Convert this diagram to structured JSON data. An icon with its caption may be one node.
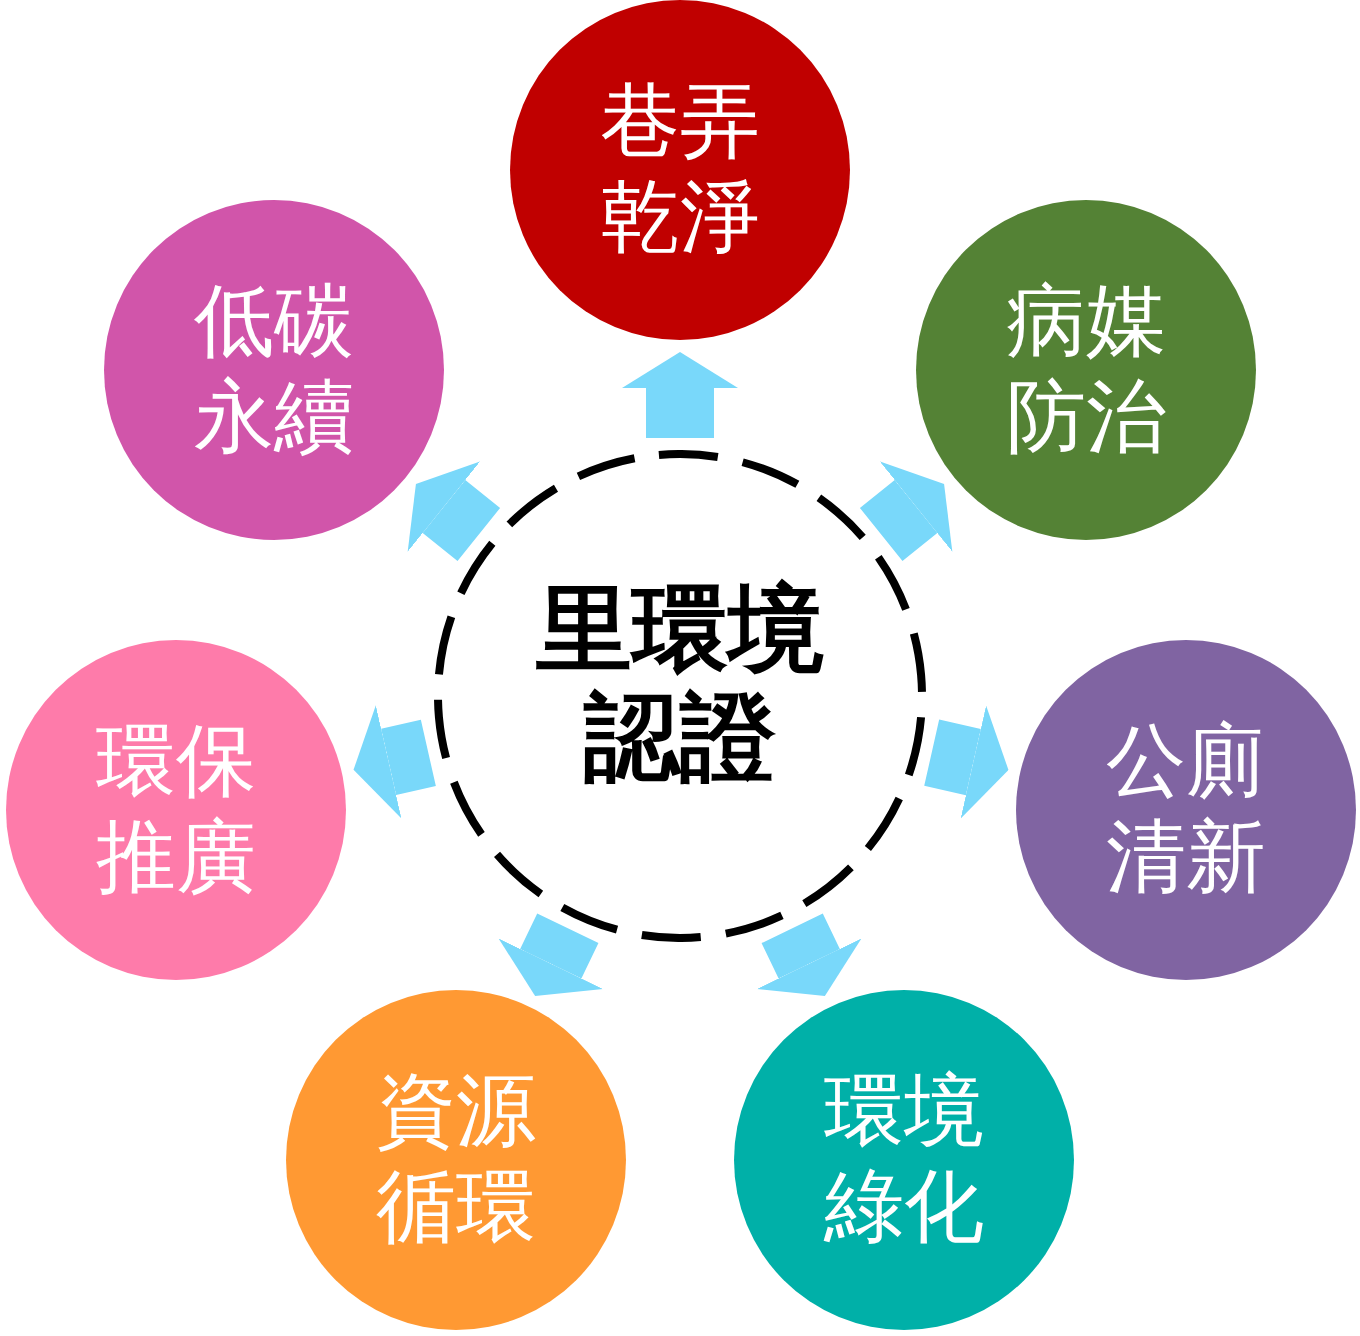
{
  "diagram": {
    "nodes": [
      {
        "text": [
          "里環境認證"
        ]
      },
      {
        "text": [
          "巷弄乾淨"
        ]
      },
      {
        "text": [
          "病媒防治"
        ]
      },
      {
        "text": [
          "公廁清新"
        ]
      },
      {
        "text": [
          "環境綠化"
        ]
      },
      {
        "text": [
          "資源循環"
        ]
      },
      {
        "text": [
          "環保推廣"
        ]
      },
      {
        "text": [
          "低碳永續"
        ]
      }
    ],
    "edges": [
      {
        "from": 0,
        "to": 1,
        "arrow": "to"
      },
      {
        "from": 0,
        "to": 2,
        "arrow": "to"
      },
      {
        "from": 0,
        "to": 3,
        "arrow": "to"
      },
      {
        "from": 0,
        "to": 4,
        "arrow": "to"
      },
      {
        "from": 0,
        "to": 5,
        "arrow": "to"
      },
      {
        "from": 0,
        "to": 6,
        "arrow": "to"
      },
      {
        "from": 0,
        "to": 7,
        "arrow": "to"
      }
    ]
  }
}
